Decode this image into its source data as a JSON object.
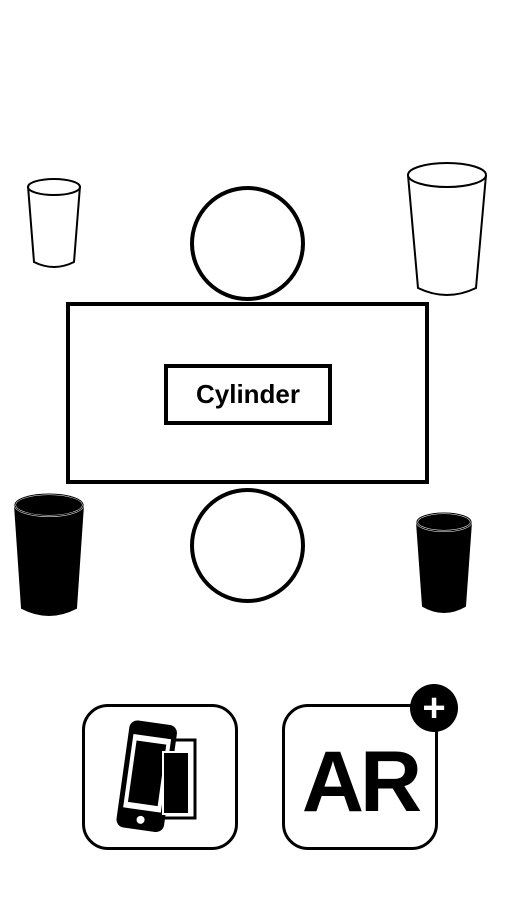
{
  "shape_selector": {
    "label": "Cylinder"
  },
  "cups": [
    {
      "name": "small-empty-cup",
      "style": "outline"
    },
    {
      "name": "large-empty-cup",
      "style": "outline"
    },
    {
      "name": "large-full-cup",
      "style": "filled"
    },
    {
      "name": "small-full-cup",
      "style": "filled"
    }
  ],
  "toolbar": {
    "rotate_button_icon": "phone-rotate-icon",
    "ar_button_text": "AR",
    "ar_plus_badge": "+"
  },
  "colors": {
    "stroke": "#000000",
    "background": "#ffffff"
  }
}
